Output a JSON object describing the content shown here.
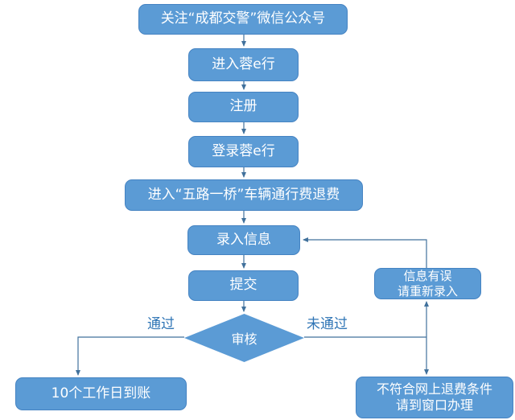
{
  "flowchart": {
    "nodes": {
      "follow": {
        "label": "关注“成都交警”微信公众号"
      },
      "enter_rongexing": {
        "label": "进入蓉e行"
      },
      "register": {
        "label": "注册"
      },
      "login": {
        "label": "登录蓉e行"
      },
      "enter_refund": {
        "label": "进入“五路一桥”车辆通行费退费"
      },
      "input_info": {
        "label": "录入信息"
      },
      "submit": {
        "label": "提交"
      },
      "review": {
        "label": "审核"
      },
      "arrival": {
        "label": "10个工作日到账"
      },
      "info_error": {
        "line1": "信息有误",
        "line2": "请重新录入"
      },
      "window": {
        "line1": "不符合网上退费条件",
        "line2": "请到窗口办理"
      }
    },
    "edge_labels": {
      "pass": "通过",
      "fail": "未通过"
    },
    "edges": [
      {
        "from": "follow",
        "to": "enter_rongexing"
      },
      {
        "from": "enter_rongexing",
        "to": "register"
      },
      {
        "from": "register",
        "to": "login"
      },
      {
        "from": "login",
        "to": "enter_refund"
      },
      {
        "from": "enter_refund",
        "to": "input_info"
      },
      {
        "from": "input_info",
        "to": "submit"
      },
      {
        "from": "submit",
        "to": "review"
      },
      {
        "from": "review",
        "to": "arrival",
        "label": "通过"
      },
      {
        "from": "review",
        "to": "info_error",
        "label": "未通过"
      },
      {
        "from": "review",
        "to": "window",
        "label": "未通过"
      },
      {
        "from": "info_error",
        "to": "input_info"
      }
    ],
    "colors": {
      "node_fill": "#5B9BD5",
      "node_border": "#4583C2",
      "node_text": "#FFFFFF",
      "connector": "#41719C",
      "edge_label_color": "#2E74B5"
    }
  }
}
